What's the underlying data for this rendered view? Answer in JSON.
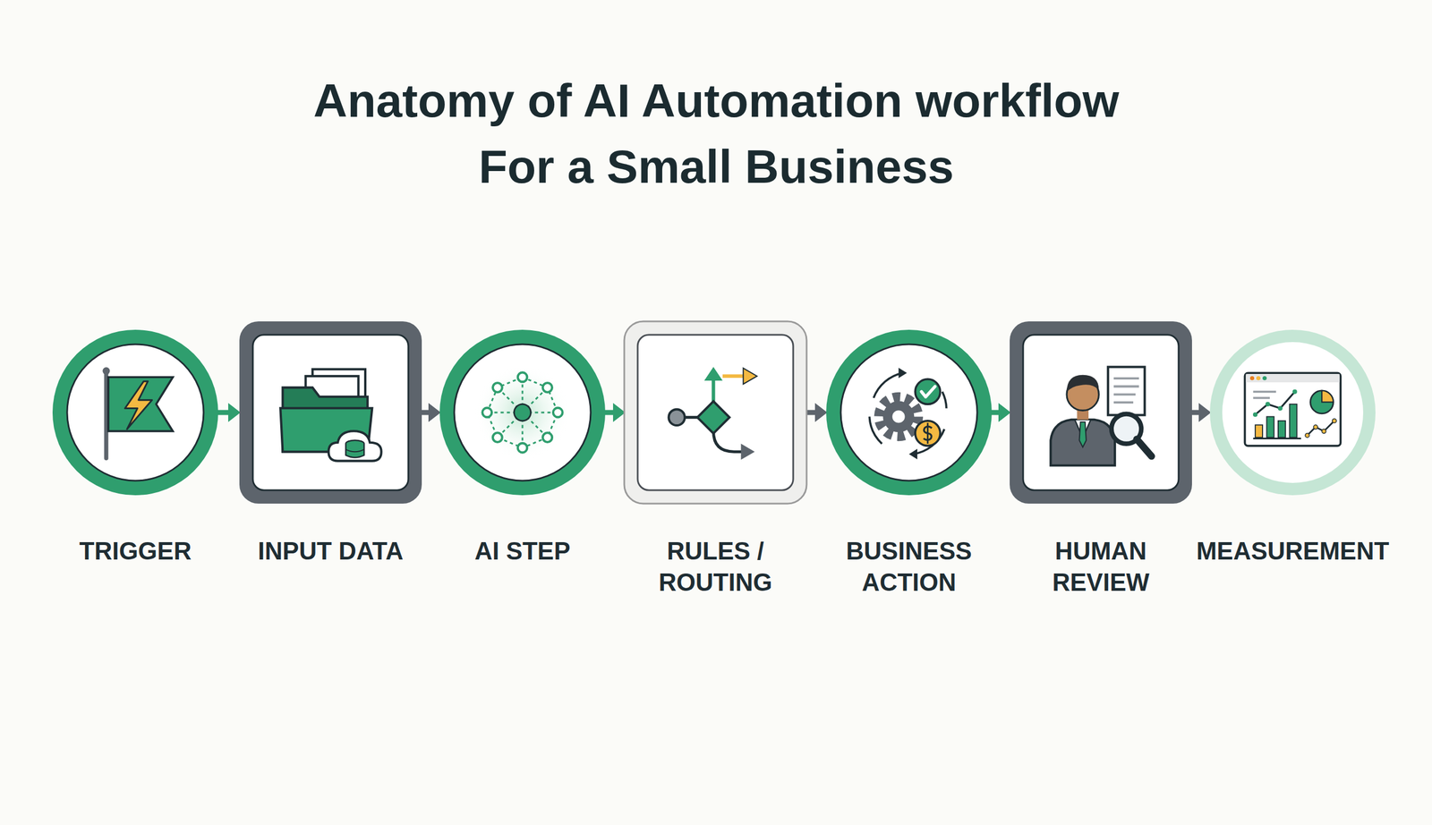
{
  "diagram": {
    "title": "Anatomy of AI Automation workflow For a Small Business",
    "nodes": [
      {
        "text": [
          "TRIGGER"
        ]
      },
      {
        "text": [
          "INPUT DATA"
        ]
      },
      {
        "text": [
          "AI STEP"
        ]
      },
      {
        "text": [
          "RULES / ROUTING"
        ]
      },
      {
        "text": [
          "BUSINESS ACTION"
        ]
      },
      {
        "text": [
          "HUMAN REVIEW"
        ]
      },
      {
        "text": [
          "MEASUREMENT"
        ]
      }
    ],
    "edges": [
      {
        "from": 0,
        "to": 1,
        "arrow": "to"
      },
      {
        "from": 1,
        "to": 2,
        "arrow": "to"
      },
      {
        "from": 2,
        "to": 3,
        "arrow": "to"
      },
      {
        "from": 3,
        "to": 4,
        "arrow": "to"
      },
      {
        "from": 4,
        "to": 5,
        "arrow": "to"
      },
      {
        "from": 5,
        "to": 6,
        "arrow": "to"
      }
    ]
  }
}
